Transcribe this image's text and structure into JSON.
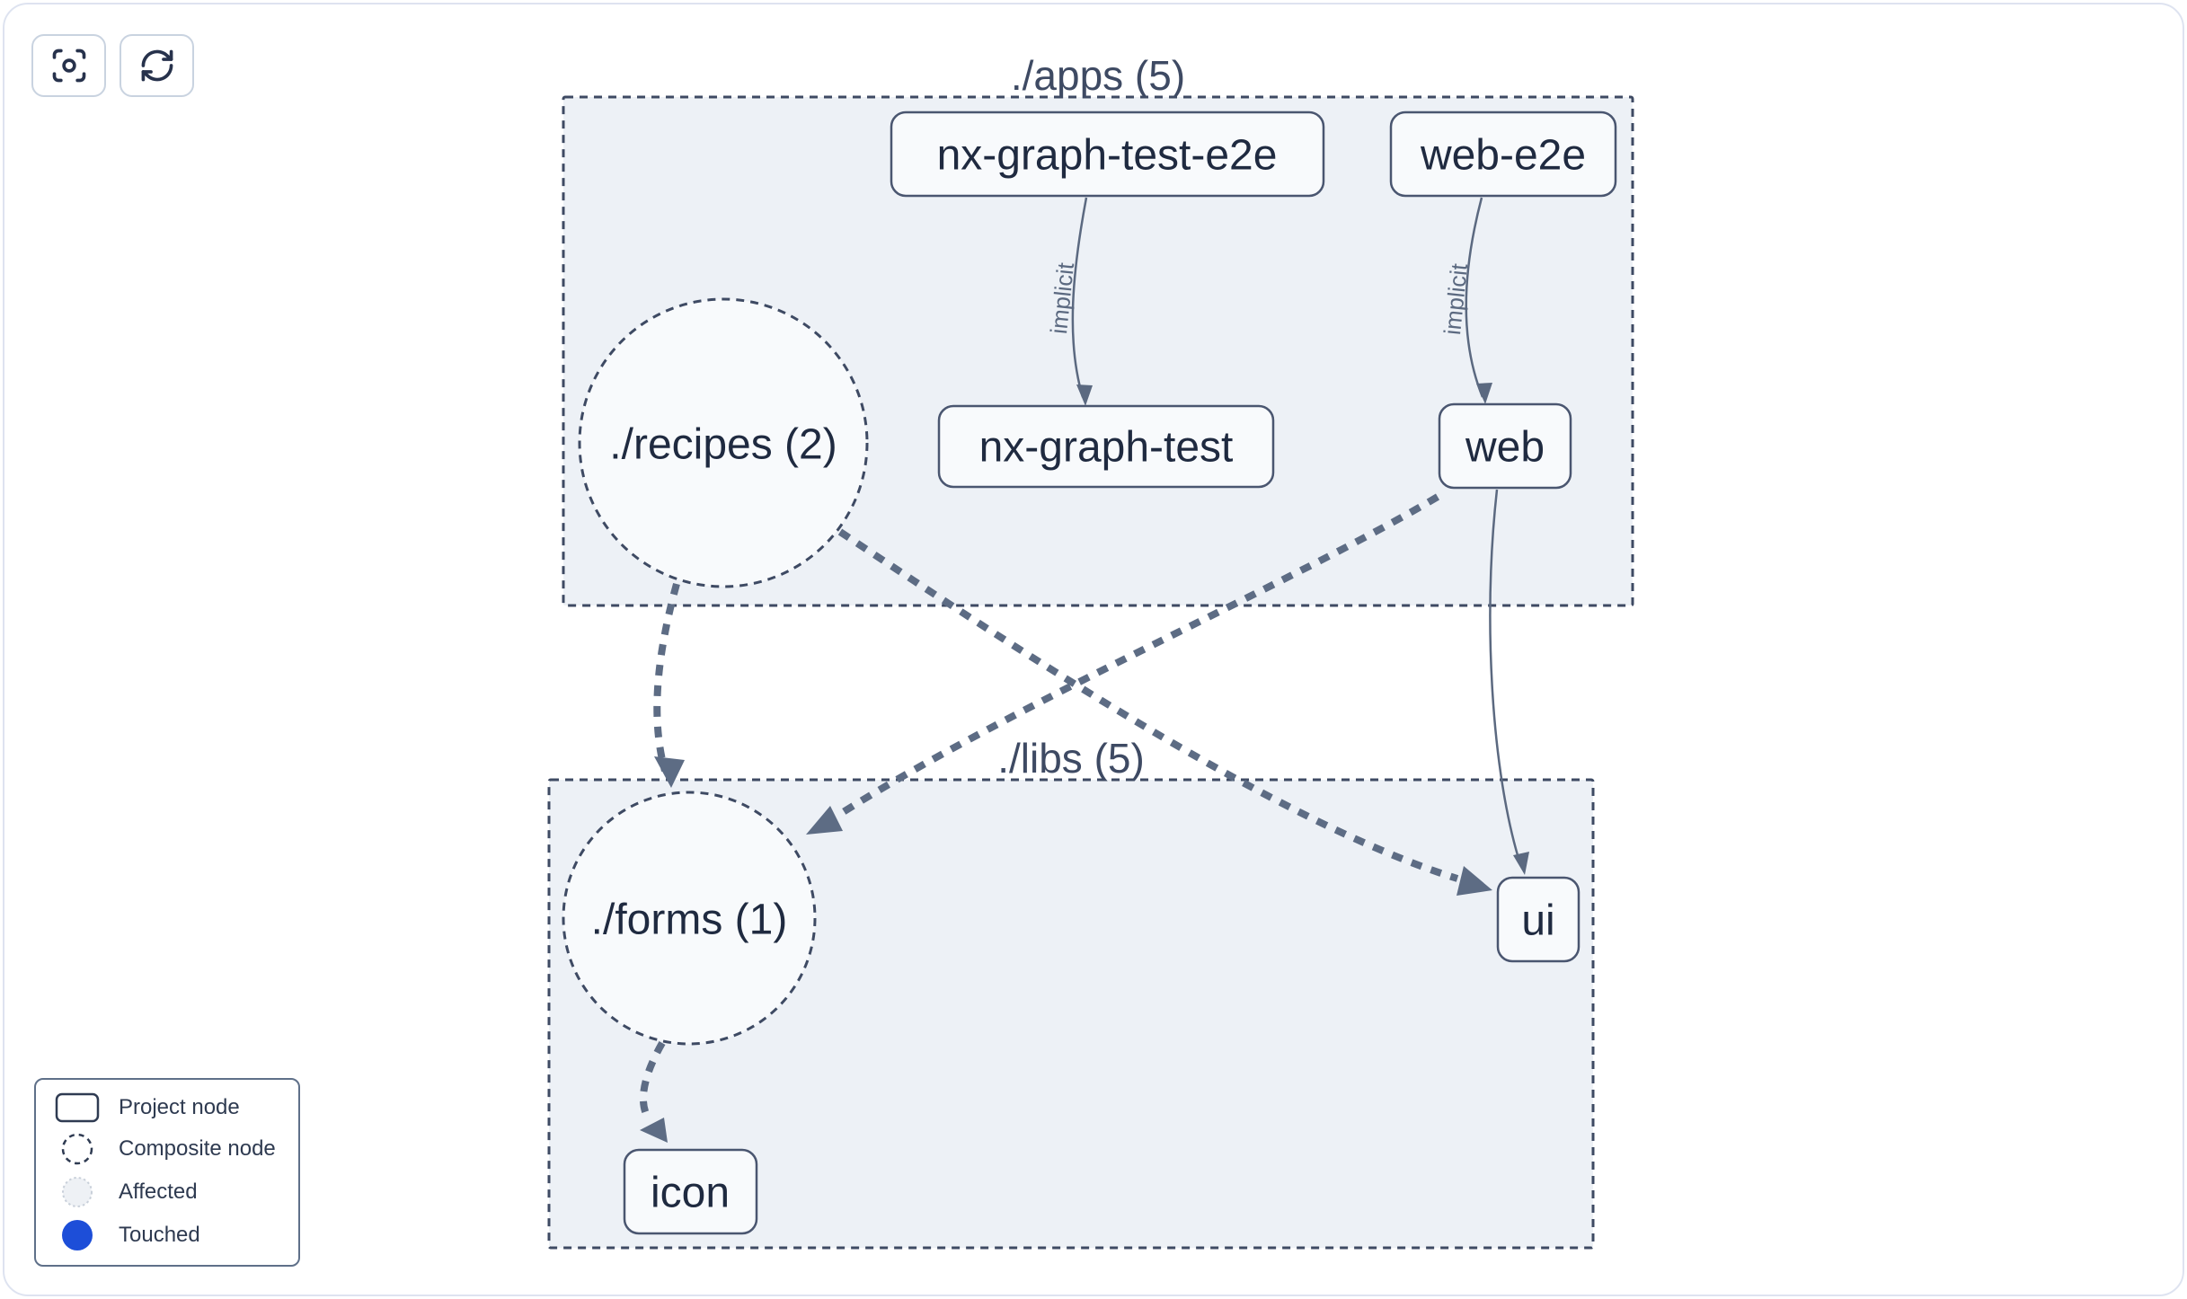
{
  "toolbar": {
    "buttons": [
      {
        "id": "focus",
        "icon": "focus-icon"
      },
      {
        "id": "refresh",
        "icon": "refresh-icon"
      }
    ]
  },
  "graph": {
    "containers": [
      {
        "id": "apps",
        "label": "./apps (5)"
      },
      {
        "id": "libs",
        "label": "./libs (5)"
      }
    ],
    "project_nodes": [
      {
        "id": "nx-graph-test-e2e",
        "label": "nx-graph-test-e2e",
        "container": "apps"
      },
      {
        "id": "web-e2e",
        "label": "web-e2e",
        "container": "apps"
      },
      {
        "id": "nx-graph-test",
        "label": "nx-graph-test",
        "container": "apps"
      },
      {
        "id": "web",
        "label": "web",
        "container": "apps"
      },
      {
        "id": "ui",
        "label": "ui",
        "container": "libs"
      },
      {
        "id": "icon",
        "label": "icon",
        "container": "libs"
      }
    ],
    "composite_nodes": [
      {
        "id": "recipes",
        "label": "./recipes (2)",
        "container": "apps"
      },
      {
        "id": "forms",
        "label": "./forms (1)",
        "container": "libs"
      }
    ],
    "edges": [
      {
        "from": "nx-graph-test-e2e",
        "to": "nx-graph-test",
        "label": "implicit",
        "style": "solid"
      },
      {
        "from": "web-e2e",
        "to": "web",
        "label": "implicit",
        "style": "solid"
      },
      {
        "from": "recipes",
        "to": "forms",
        "label": "",
        "style": "dashed"
      },
      {
        "from": "recipes",
        "to": "ui",
        "label": "",
        "style": "dashed"
      },
      {
        "from": "web",
        "to": "forms",
        "label": "",
        "style": "dashed"
      },
      {
        "from": "web",
        "to": "ui",
        "label": "",
        "style": "solid"
      },
      {
        "from": "forms",
        "to": "icon",
        "label": "",
        "style": "dashed"
      }
    ]
  },
  "legend": {
    "items": [
      {
        "id": "project-node",
        "label": "Project node"
      },
      {
        "id": "composite-node",
        "label": "Composite node"
      },
      {
        "id": "affected",
        "label": "Affected"
      },
      {
        "id": "touched",
        "label": "Touched"
      }
    ]
  },
  "colors": {
    "container_fill": "#edf1f6",
    "node_fill": "#f8fafc",
    "stroke_dark": "#3e4a63",
    "edge_color": "#5d6c84",
    "touched_blue": "#1d4ed8",
    "affected_fill": "#eef1f5"
  }
}
